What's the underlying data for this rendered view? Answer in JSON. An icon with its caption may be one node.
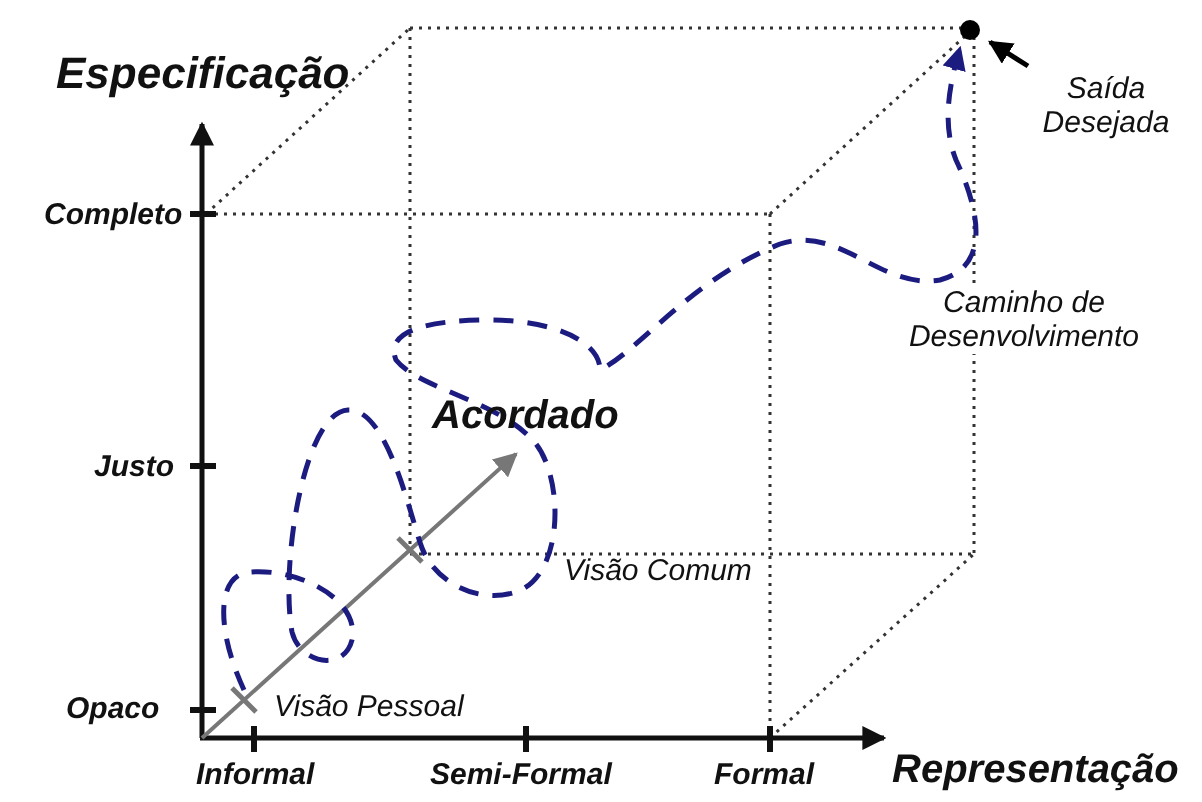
{
  "diagram": {
    "nodes": [
      {
        "text": [],
        "shape": "circle"
      },
      {
        "text": [
          "Saída Desejada"
        ]
      }
    ],
    "edges": [
      {
        "from": null,
        "to": 0,
        "arrow": "to",
        "style": "dashed",
        "color": "#1c1c80",
        "label": "Caminho de Desenvolvimento"
      },
      {
        "from": 1,
        "to": 0,
        "arrow": "to",
        "color": "#000000"
      }
    ],
    "labels": [
      "Especificação",
      "Completo",
      "Acordado",
      "Justo",
      "Visão Comum",
      "Opaco",
      "Visão Pessoal",
      "Informal",
      "Semi-Formal",
      "Formal",
      "Representação"
    ]
  }
}
